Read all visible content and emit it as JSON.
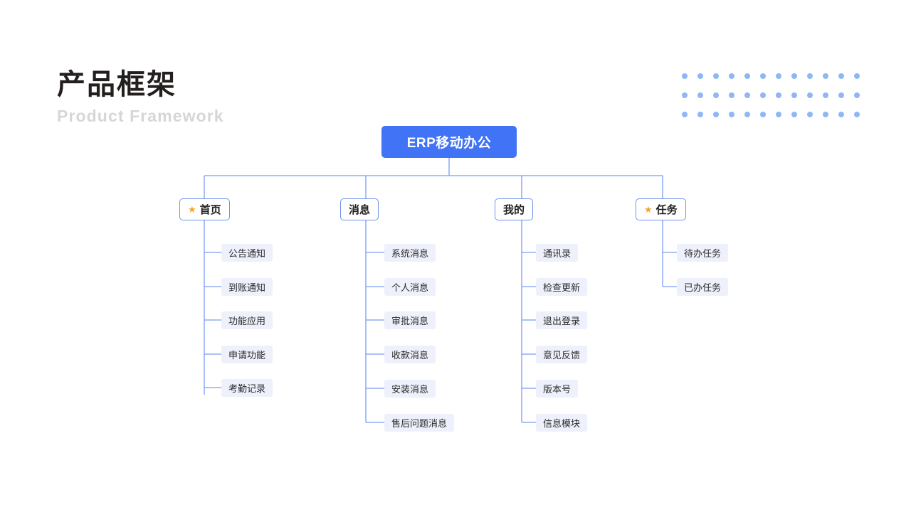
{
  "header": {
    "title": "产品框架",
    "subtitle": "Product Framework"
  },
  "colors": {
    "root_fill": "#4073f5",
    "node_border": "#6f93ea",
    "leaf_fill": "#eef0fb",
    "connector": "#7a9cf0",
    "star": "#f5a623",
    "dot": "#8fb6f7",
    "title": "#231f1e",
    "subtitle": "#d6d6d6"
  },
  "decoration": {
    "dot_grid": {
      "rows": 3,
      "columns": 12,
      "icon": "dot-grid"
    }
  },
  "chart_data": {
    "type": "tree-diagram",
    "title": "产品框架",
    "root": {
      "label": "ERP移动办公",
      "starred": false
    },
    "branches": [
      {
        "label": "首页",
        "starred": true,
        "star_icon": "star-icon",
        "children": [
          "公告通知",
          "到账通知",
          "功能应用",
          "申请功能",
          "考勤记录"
        ]
      },
      {
        "label": "消息",
        "starred": false,
        "children": [
          "系统消息",
          "个人消息",
          "审批消息",
          "收款消息",
          "安装消息",
          "售后问题消息"
        ]
      },
      {
        "label": "我的",
        "starred": false,
        "children": [
          "通讯录",
          "检查更新",
          "退出登录",
          "意见反馈",
          "版本号",
          "信息模块"
        ]
      },
      {
        "label": "任务",
        "starred": true,
        "star_icon": "star-icon",
        "children": [
          "待办任务",
          "已办任务"
        ]
      }
    ]
  }
}
